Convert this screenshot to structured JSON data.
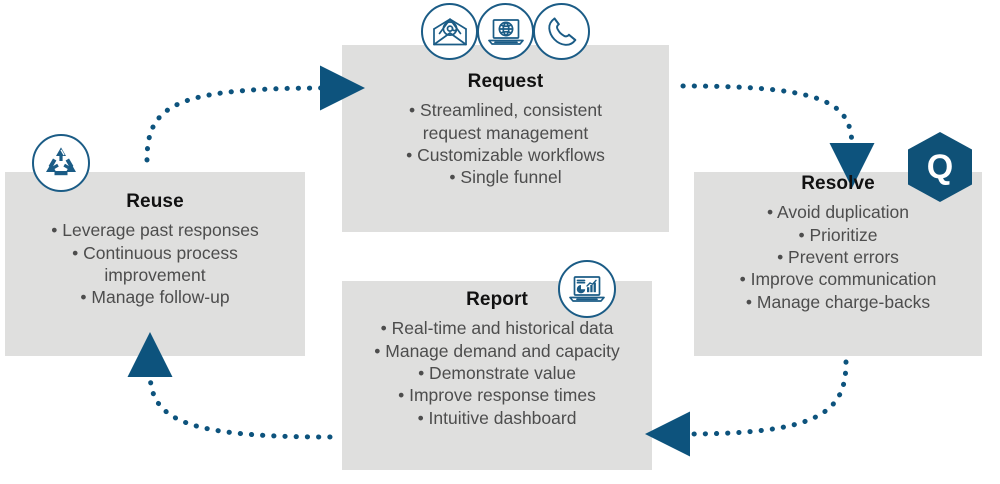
{
  "diagram": {
    "title": "Request Resolve Report Reuse service lifecycle",
    "colors": {
      "panel_bg": "#dfdfde",
      "accent_blue": "#1b5c86",
      "logo_blue": "#0f5177",
      "title_text": "#111111",
      "body_text": "#4d4d4d",
      "page_bg": "#ffffff"
    },
    "flow_direction": "clockwise",
    "stages": [
      {
        "id": "request",
        "title": "Request",
        "bullets": [
          "• Streamlined, consistent",
          "request management",
          "• Customizable workflows",
          "• Single funnel"
        ],
        "icons": [
          "email-at-icon",
          "laptop-globe-icon",
          "phone-icon"
        ]
      },
      {
        "id": "resolve",
        "title": "Resolve",
        "bullets": [
          "• Avoid duplication",
          "• Prioritize",
          "• Prevent errors",
          "• Improve communication",
          "• Manage charge-backs"
        ],
        "icons": [
          "hexagon-q-logo"
        ]
      },
      {
        "id": "report",
        "title": "Report",
        "bullets": [
          "• Real-time and historical data",
          "• Manage demand and capacity",
          "• Demonstrate value",
          "• Improve response times",
          "• Intuitive dashboard"
        ],
        "icons": [
          "laptop-chart-icon"
        ]
      },
      {
        "id": "reuse",
        "title": "Reuse",
        "bullets": [
          "• Leverage past responses",
          "• Continuous process",
          "improvement",
          "• Manage follow-up"
        ],
        "icons": [
          "recycle-icon"
        ]
      }
    ],
    "logo": {
      "letter": "Q",
      "shape": "hexagon"
    },
    "arrows": [
      {
        "from": "reuse",
        "to": "request",
        "style": "dotted-curved"
      },
      {
        "from": "request",
        "to": "resolve",
        "style": "dotted-curved"
      },
      {
        "from": "resolve",
        "to": "report",
        "style": "dotted-curved"
      },
      {
        "from": "report",
        "to": "reuse",
        "style": "dotted-curved"
      }
    ]
  }
}
